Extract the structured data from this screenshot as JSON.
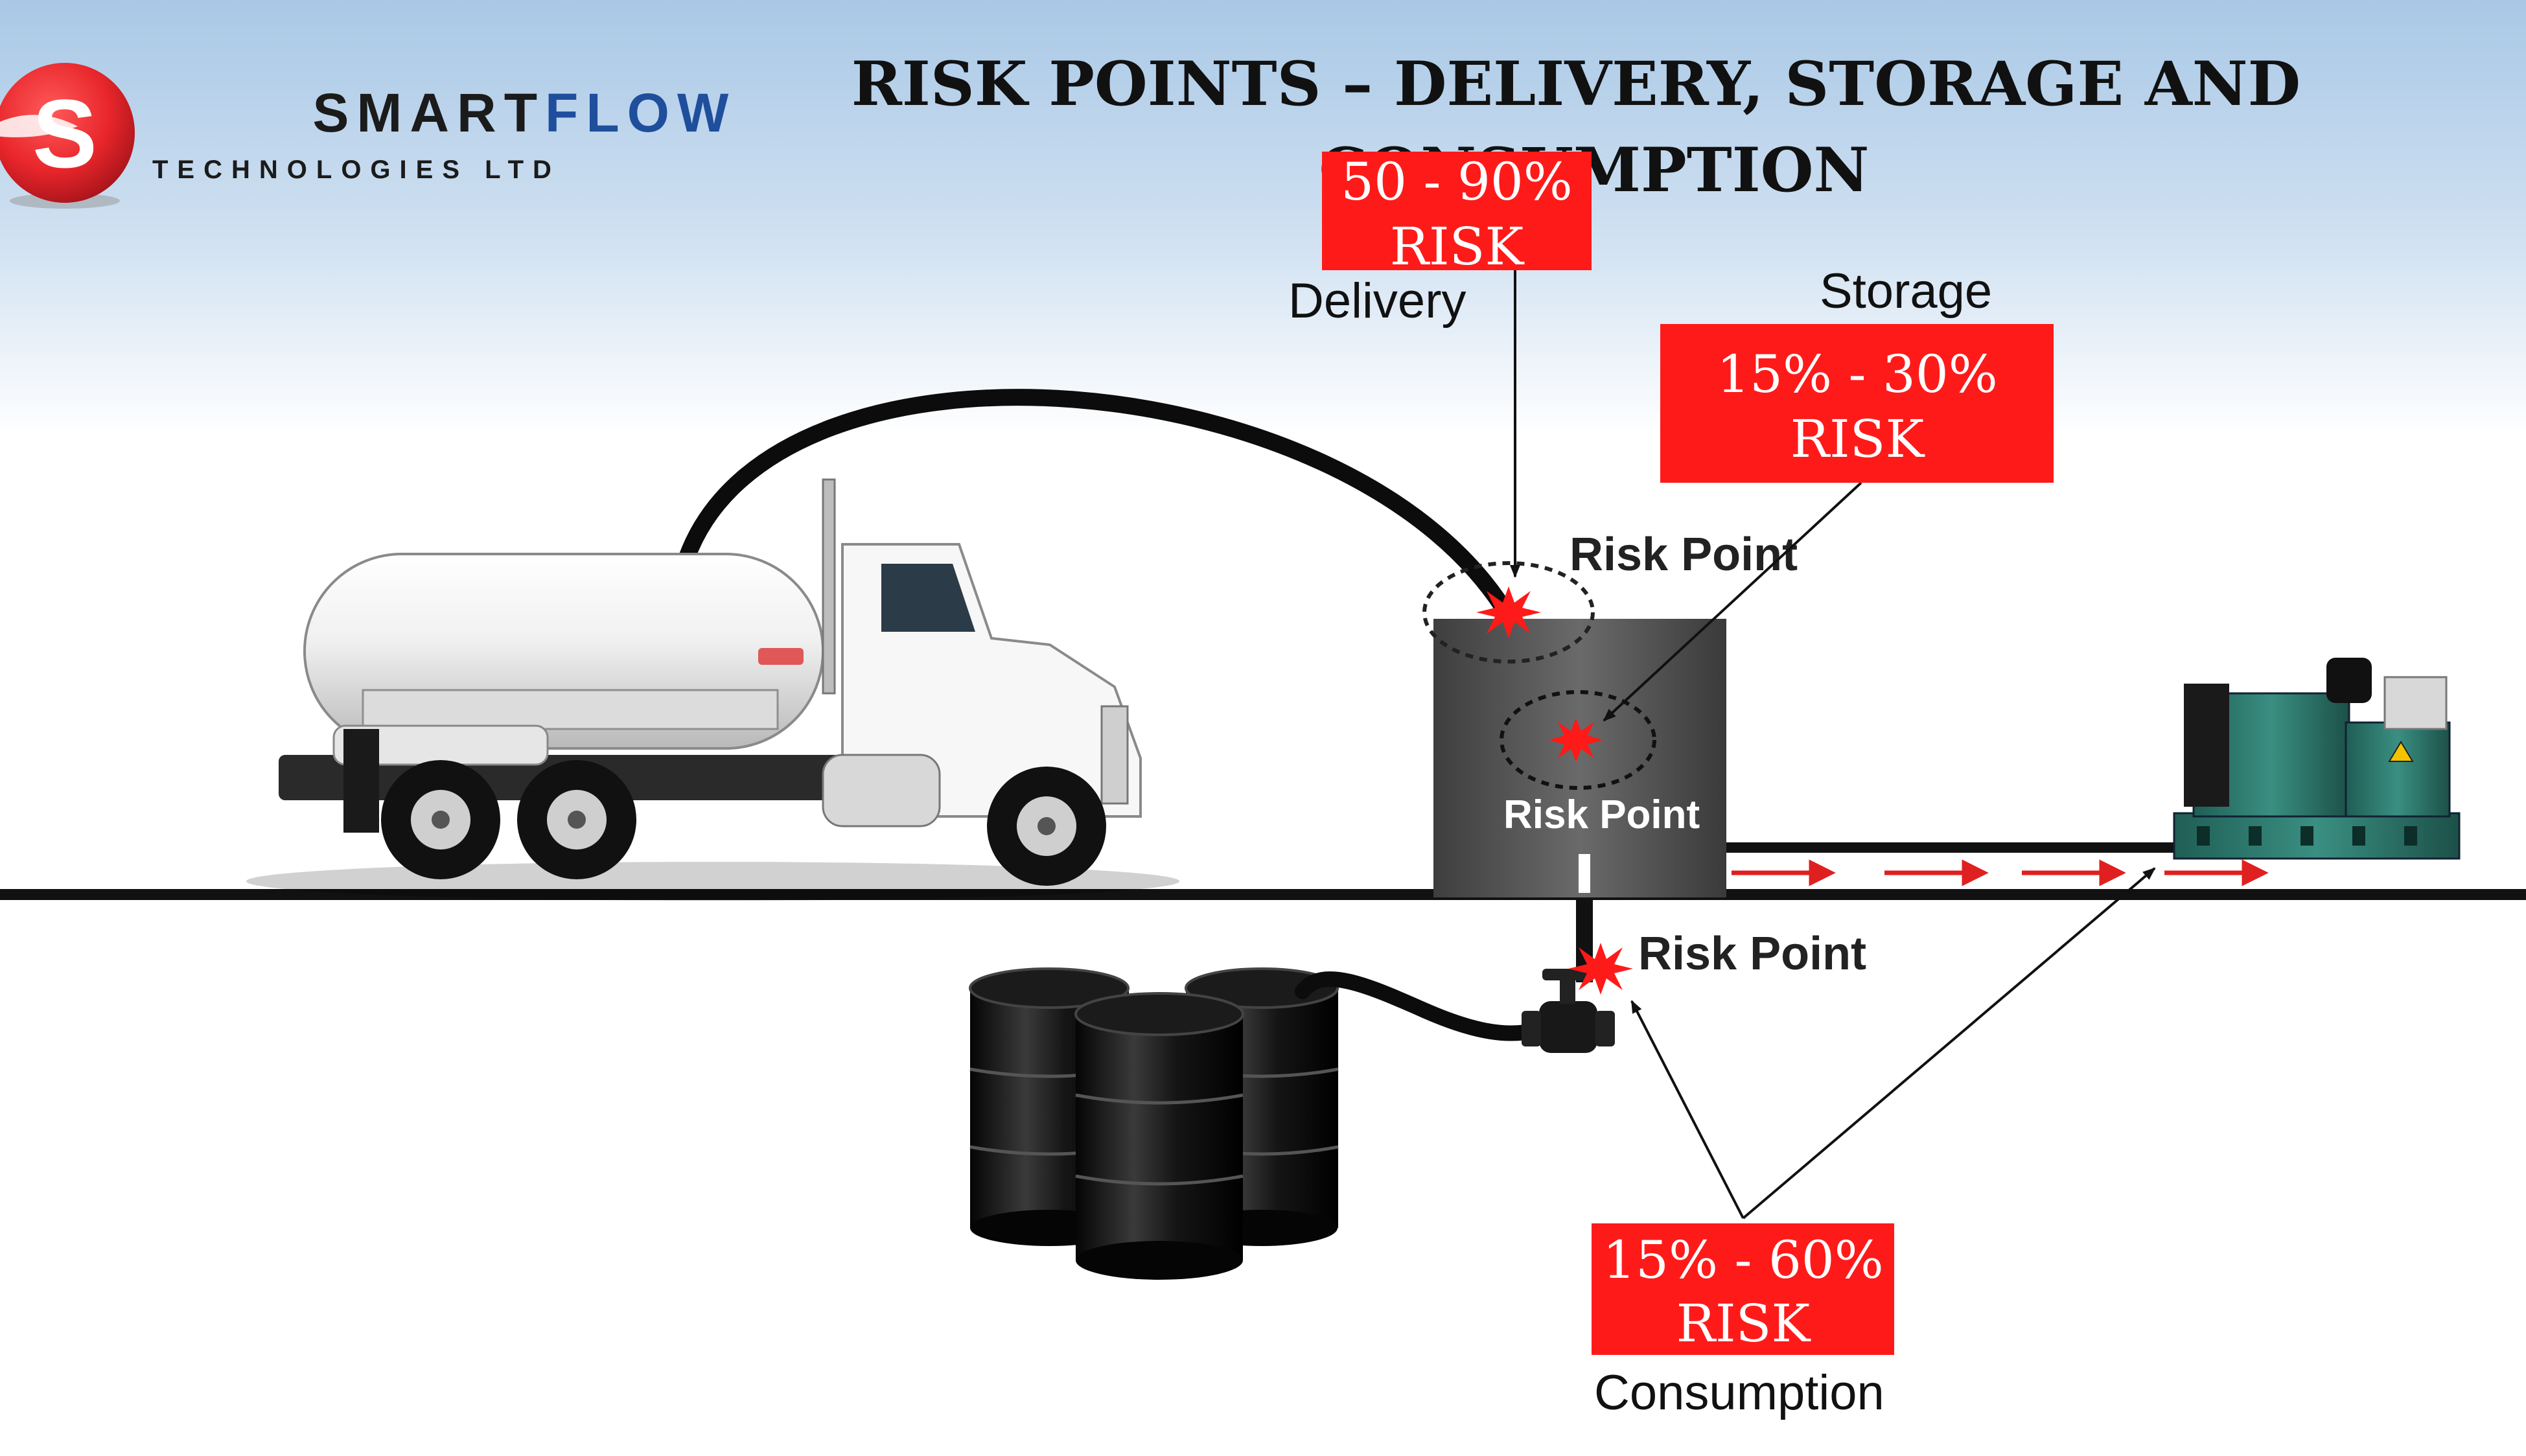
{
  "logo": {
    "name_part1": "SMART",
    "name_part2": "FLOW",
    "subtitle": "TECHNOLOGIES LTD",
    "mark_letter": "S"
  },
  "title": {
    "line1": "RISK POINTS – DELIVERY, STORAGE AND",
    "line2": "CONSUMPTION"
  },
  "zones": {
    "delivery": "Delivery",
    "storage": "Storage",
    "consumption": "Consumption"
  },
  "risk_boxes": {
    "delivery": {
      "line1": "50 - 90%",
      "line2": "RISK"
    },
    "storage": {
      "line1": "15% - 30%",
      "line2": "RISK"
    },
    "consumption": {
      "line1": "15% - 60%",
      "line2": "RISK"
    }
  },
  "risk_point_labels": {
    "tank_top": "Risk Point",
    "tank_inside": "Risk Point",
    "pump": "Risk Point"
  },
  "colors": {
    "risk_red": "#ff1a1a",
    "sky_top": "#a9c8e6",
    "logo_red": "#e8262b",
    "logo_blue": "#1f4e9c",
    "generator_green": "#2f7f72",
    "tank_gray": "#555555",
    "flow_arrow_red": "#e02020"
  },
  "icons": {
    "truck": "fuel-tanker-truck-icon",
    "tank": "storage-tank-icon",
    "drums": "oil-drums-icon",
    "generator": "generator-icon",
    "pump": "pump-valve-icon",
    "burst": "risk-burst-icon"
  }
}
